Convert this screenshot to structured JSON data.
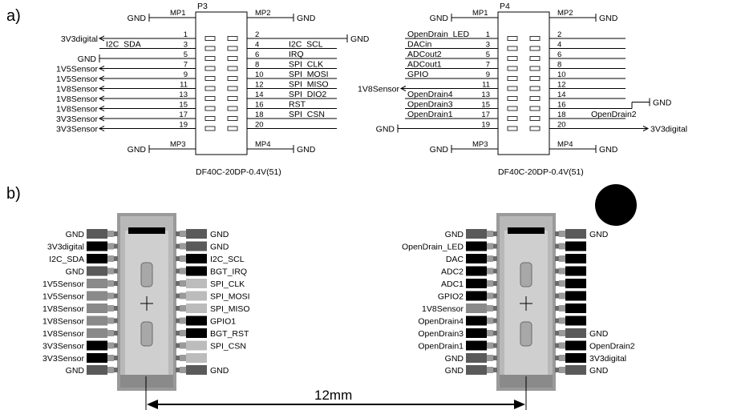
{
  "labels": {
    "section_a": "a)",
    "section_b": "b)",
    "dimension": "12mm"
  },
  "schematic": {
    "p3": {
      "ref": "P3",
      "part": "DF40C-20DP-0.4V(51)",
      "mp1": "MP1",
      "mp2": "MP2",
      "mp3": "MP3",
      "mp4": "MP4",
      "gnd": "GND",
      "pins_left": [
        "1",
        "3",
        "5",
        "7",
        "9",
        "11",
        "13",
        "15",
        "17",
        "19"
      ],
      "pins_right": [
        "2",
        "4",
        "6",
        "8",
        "10",
        "12",
        "14",
        "16",
        "18",
        "20"
      ],
      "nets_left": [
        "3V3digital",
        "I2C_SDA",
        "GND",
        "1V5Sensor",
        "1V5Sensor",
        "1V8Sensor",
        "1V8Sensor",
        "1V8Sensor",
        "3V3Sensor",
        "3V3Sensor"
      ],
      "nets_right": [
        "GND",
        "I2C_SCL",
        "IRQ",
        "SPI_CLK",
        "SPI_MOSI",
        "SPI_MISO",
        "SPI_DIO2",
        "RST",
        "SPI_CSN",
        ""
      ]
    },
    "p4": {
      "ref": "P4",
      "part": "DF40C-20DP-0.4V(51)",
      "mp1": "MP1",
      "mp2": "MP2",
      "mp3": "MP3",
      "mp4": "MP4",
      "gnd": "GND",
      "pins_left": [
        "1",
        "3",
        "5",
        "7",
        "9",
        "11",
        "13",
        "15",
        "17",
        "19"
      ],
      "pins_right": [
        "2",
        "4",
        "6",
        "8",
        "10",
        "12",
        "14",
        "16",
        "18",
        "20"
      ],
      "nets_left": [
        "OpenDrain_LED",
        "DACin",
        "ADCout2",
        "ADCout1",
        "GPIO",
        "1V8Sensor",
        "OpenDrain4",
        "OpenDrain3",
        "OpenDrain1",
        "GND"
      ],
      "nets_right": [
        "",
        "",
        "",
        "",
        "",
        "",
        "",
        "GND",
        "OpenDrain2",
        "3V3digital"
      ]
    }
  },
  "physical": {
    "p3_left": [
      "GND",
      "3V3digital",
      "I2C_SDA",
      "GND",
      "1V5Sensor",
      "1V5Sensor",
      "1V8Sensor",
      "1V8Sensor",
      "1V8Sensor",
      "3V3Sensor",
      "3V3Sensor",
      "GND"
    ],
    "p3_right": [
      "GND",
      "GND",
      "I2C_SCL",
      "BGT_IRQ",
      "SPI_CLK",
      "SPI_MOSI",
      "SPI_MISO",
      "GPIO1",
      "BGT_RST",
      "SPI_CSN",
      "",
      "GND"
    ],
    "p4_left": [
      "GND",
      "OpenDrain_LED",
      "DAC",
      "ADC2",
      "ADC1",
      "GPIO2",
      "1V8Sensor",
      "OpenDrain4",
      "OpenDrain3",
      "OpenDrain1",
      "GND",
      "GND"
    ],
    "p4_right": [
      "GND",
      "",
      "",
      "",
      "",
      "",
      "",
      "",
      "GND",
      "OpenDrain2",
      "3V3digital",
      "GND"
    ],
    "pad_colors": {
      "p3_left": [
        "#5a5a5a",
        "#000000",
        "#000000",
        "#5a5a5a",
        "#8a8a8a",
        "#8a8a8a",
        "#8a8a8a",
        "#8a8a8a",
        "#8a8a8a",
        "#000000",
        "#000000",
        "#5a5a5a"
      ],
      "p3_right": [
        "#5a5a5a",
        "#5a5a5a",
        "#000000",
        "#000000",
        "#bcbcbc",
        "#bcbcbc",
        "#bcbcbc",
        "#000000",
        "#000000",
        "#bcbcbc",
        "#bcbcbc",
        "#5a5a5a"
      ],
      "p4_left": [
        "#5a5a5a",
        "#000000",
        "#000000",
        "#000000",
        "#000000",
        "#000000",
        "#8a8a8a",
        "#000000",
        "#000000",
        "#000000",
        "#5a5a5a",
        "#5a5a5a"
      ],
      "p4_right": [
        "#5a5a5a",
        "#000000",
        "#000000",
        "#000000",
        "#000000",
        "#000000",
        "#000000",
        "#000000",
        "#5a5a5a",
        "#000000",
        "#000000",
        "#5a5a5a"
      ]
    }
  }
}
